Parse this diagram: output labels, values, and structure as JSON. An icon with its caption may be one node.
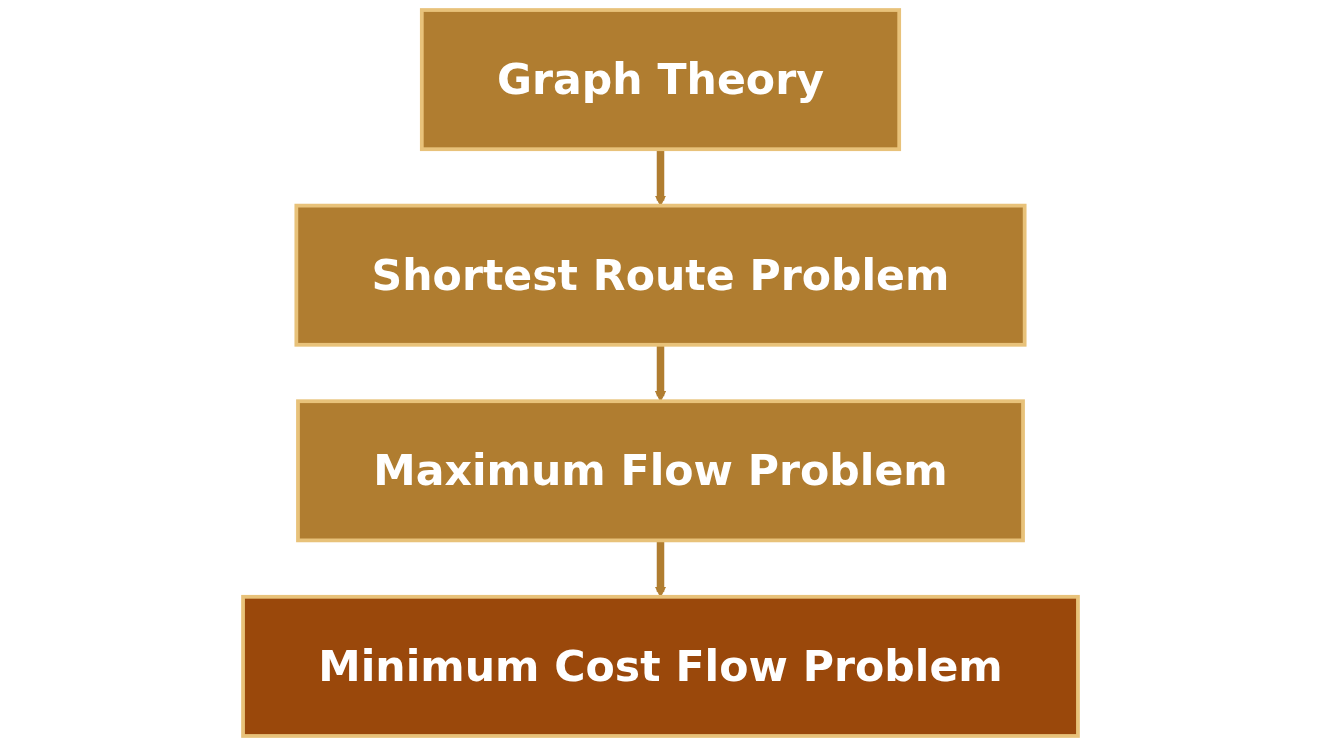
{
  "diagram": {
    "nodes": [
      {
        "text": [
          "Graph Theory"
        ]
      },
      {
        "text": [
          "Shortest Route Problem"
        ]
      },
      {
        "text": [
          "Maximum Flow Problem"
        ]
      },
      {
        "text": [
          "Minimum Cost Flow Problem"
        ]
      }
    ],
    "edges": [
      {
        "from": 0,
        "to": 1,
        "arrow": "to"
      },
      {
        "from": 1,
        "to": 2,
        "arrow": "to"
      },
      {
        "from": 2,
        "to": 3,
        "arrow": "to"
      }
    ]
  }
}
